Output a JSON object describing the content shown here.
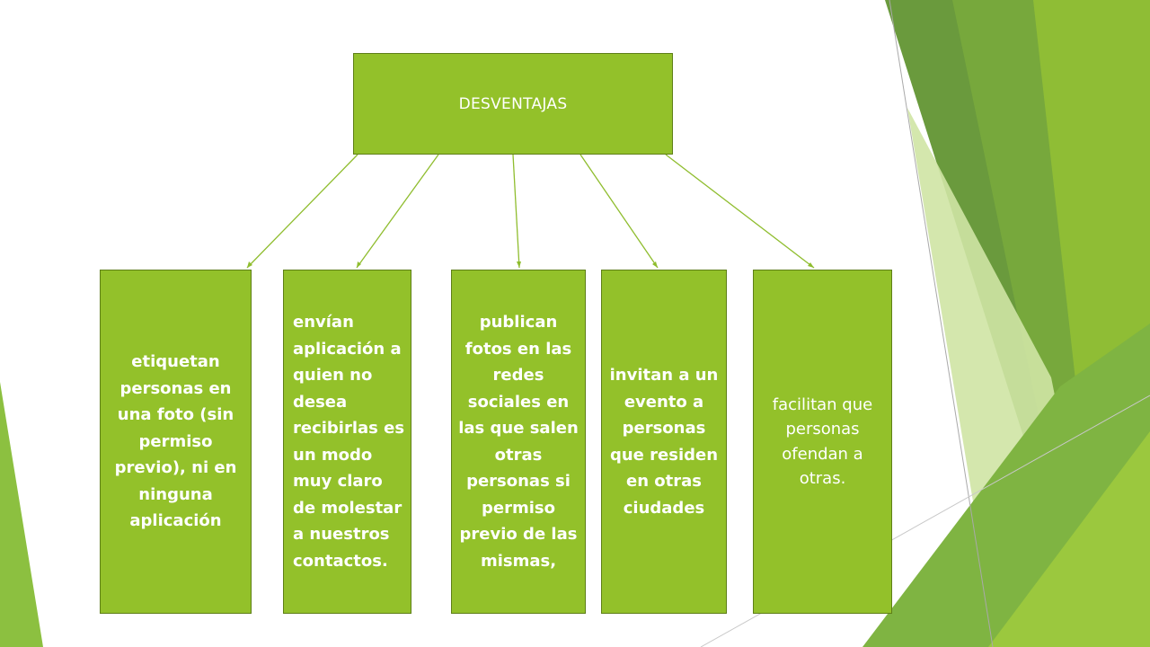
{
  "diagram": {
    "root": {
      "label": "DESVENTAJAS"
    },
    "children": [
      {
        "label": "etiquetan personas en una foto (sin permiso previo), ni en ninguna aplicación"
      },
      {
        "label": "envían aplicación a quien no desea recibirlas es un modo muy claro de molestar a nuestros contactos."
      },
      {
        "label": "publican fotos en las redes sociales en las que salen otras personas si permiso previo de las mismas,"
      },
      {
        "label": "invitan a un evento a personas que residen en otras ciudades"
      },
      {
        "label": "facilitan que personas ofendan a otras."
      }
    ]
  },
  "colors": {
    "node_fill": "#93c12a",
    "node_border": "#5e7f17",
    "connector": "#8fbd2e",
    "text": "#ffffff"
  }
}
